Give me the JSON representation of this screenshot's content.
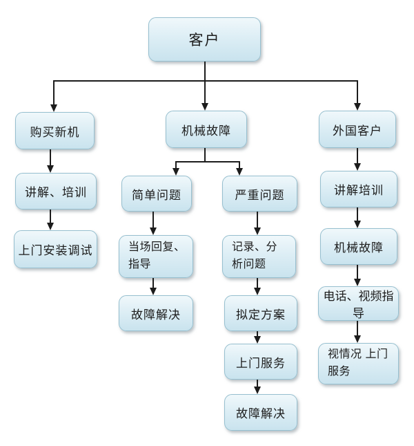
{
  "diagram_type": "flowchart",
  "nodes": {
    "customer": "客户",
    "buy_new_machine": "购买新机",
    "mechanical_failure": "机械故障",
    "foreign_customer": "外国客户",
    "explain_training_pause": "讲解、培训",
    "onsite_install_debug": "上门安装调试",
    "simple_problem": "简单问题",
    "onspot_reply_guide": "当场回复、指导",
    "fault_solved_simple": "故障解决",
    "serious_problem": "严重问题",
    "record_analyze_problem": "记录、分析问题",
    "draft_plan": "拟定方案",
    "onsite_service": "上门服务",
    "fault_solved_serious": "故障解决",
    "explain_training": "讲解培训",
    "mechanical_failure_foreign": "机械故障",
    "phone_video_guide": "电话、视频指导",
    "onsite_service_as_needed": "视情况 上门服务"
  },
  "edges": [
    [
      "客户",
      "购买新机"
    ],
    [
      "客户",
      "机械故障"
    ],
    [
      "客户",
      "外国客户"
    ],
    [
      "购买新机",
      "讲解、培训"
    ],
    [
      "讲解、培训",
      "上门安装调试"
    ],
    [
      "机械故障",
      "简单问题"
    ],
    [
      "机械故障",
      "严重问题"
    ],
    [
      "简单问题",
      "当场回复、指导"
    ],
    [
      "当场回复、指导",
      "故障解决"
    ],
    [
      "严重问题",
      "记录、分析问题"
    ],
    [
      "记录、分析问题",
      "拟定方案"
    ],
    [
      "拟定方案",
      "上门服务"
    ],
    [
      "上门服务",
      "故障解决"
    ],
    [
      "外国客户",
      "讲解培训"
    ],
    [
      "讲解培训",
      "机械故障"
    ],
    [
      "机械故障",
      "电话、视频指导"
    ],
    [
      "电话、视频指导",
      "视情况 上门服务"
    ]
  ],
  "colors": {
    "background": "#ffffff",
    "box_border": "#96bfcf",
    "box_fill_top": "#f0f8fb",
    "box_fill_mid": "#ddeef5",
    "box_fill_bottom": "#c9e3ee",
    "connector": "#1c1c1c",
    "text": "#1c1c1c"
  }
}
